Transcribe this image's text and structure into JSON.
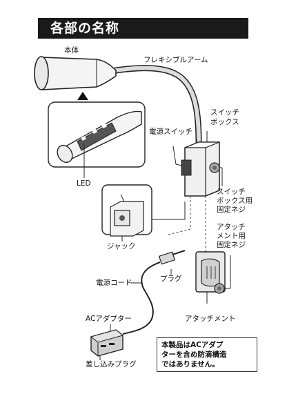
{
  "header": {
    "title": "各部の名称"
  },
  "labels": {
    "body": "本体",
    "flexible_arm": "フレキシブルアーム",
    "switch_box": [
      "スイッチ",
      "ボックス"
    ],
    "power_switch": "電源スイッチ",
    "led": "LED",
    "switch_box_screw": [
      "スイッチ",
      "ボックス用",
      "固定ネジ"
    ],
    "jack": "ジャック",
    "attachment_screw": [
      "アタッチ",
      "メント用",
      "固定ネジ"
    ],
    "plug": "プラグ",
    "power_cord": "電源コード",
    "attachment": "アタッチメント",
    "ac_adapter": "ACアダプター",
    "insert_plug": "差し込みプラグ"
  },
  "note": {
    "lines": [
      "本製品はACアダプ",
      "ターを含め防滴構造",
      "ではありません。"
    ]
  },
  "colors": {
    "banner_bg": "#1a1a1a",
    "banner_text": "#ffffff",
    "line": "#222222",
    "fill_light": "#f2f2f2",
    "fill_mid": "#cfcfcf",
    "fill_dark": "#555555"
  }
}
